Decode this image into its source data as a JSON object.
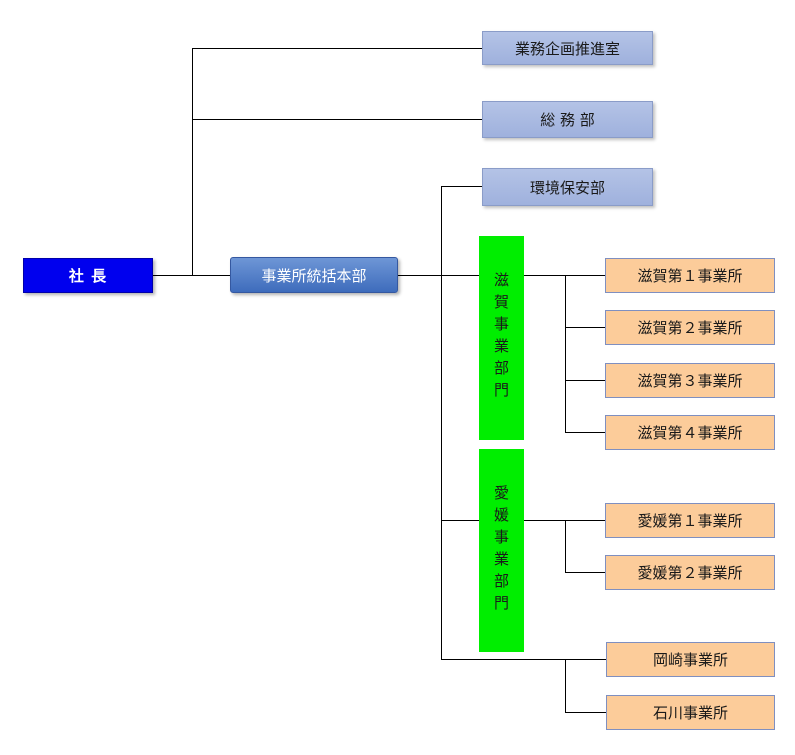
{
  "org": {
    "president": "社 長",
    "hq": "事業所統括本部",
    "planning": "業務企画推進室",
    "general_affairs": "総 務 部",
    "env_safety": "環境保安部",
    "shiga_division": "滋賀事業部門",
    "ehime_division": "愛媛事業部門",
    "shiga_offices": [
      "滋賀第１事業所",
      "滋賀第２事業所",
      "滋賀第３事業所",
      "滋賀第４事業所"
    ],
    "ehime_offices": [
      "愛媛第１事業所",
      "愛媛第２事業所"
    ],
    "okazaki": "岡崎事業所",
    "ishikawa": "石川事業所"
  },
  "colors": {
    "line": "#000000",
    "staff_box": "#9fb1dd",
    "president_box": "#0000ee",
    "hq_box": "#4a78c4",
    "division_box": "#00ee00",
    "office_box": "#fccc9a"
  }
}
